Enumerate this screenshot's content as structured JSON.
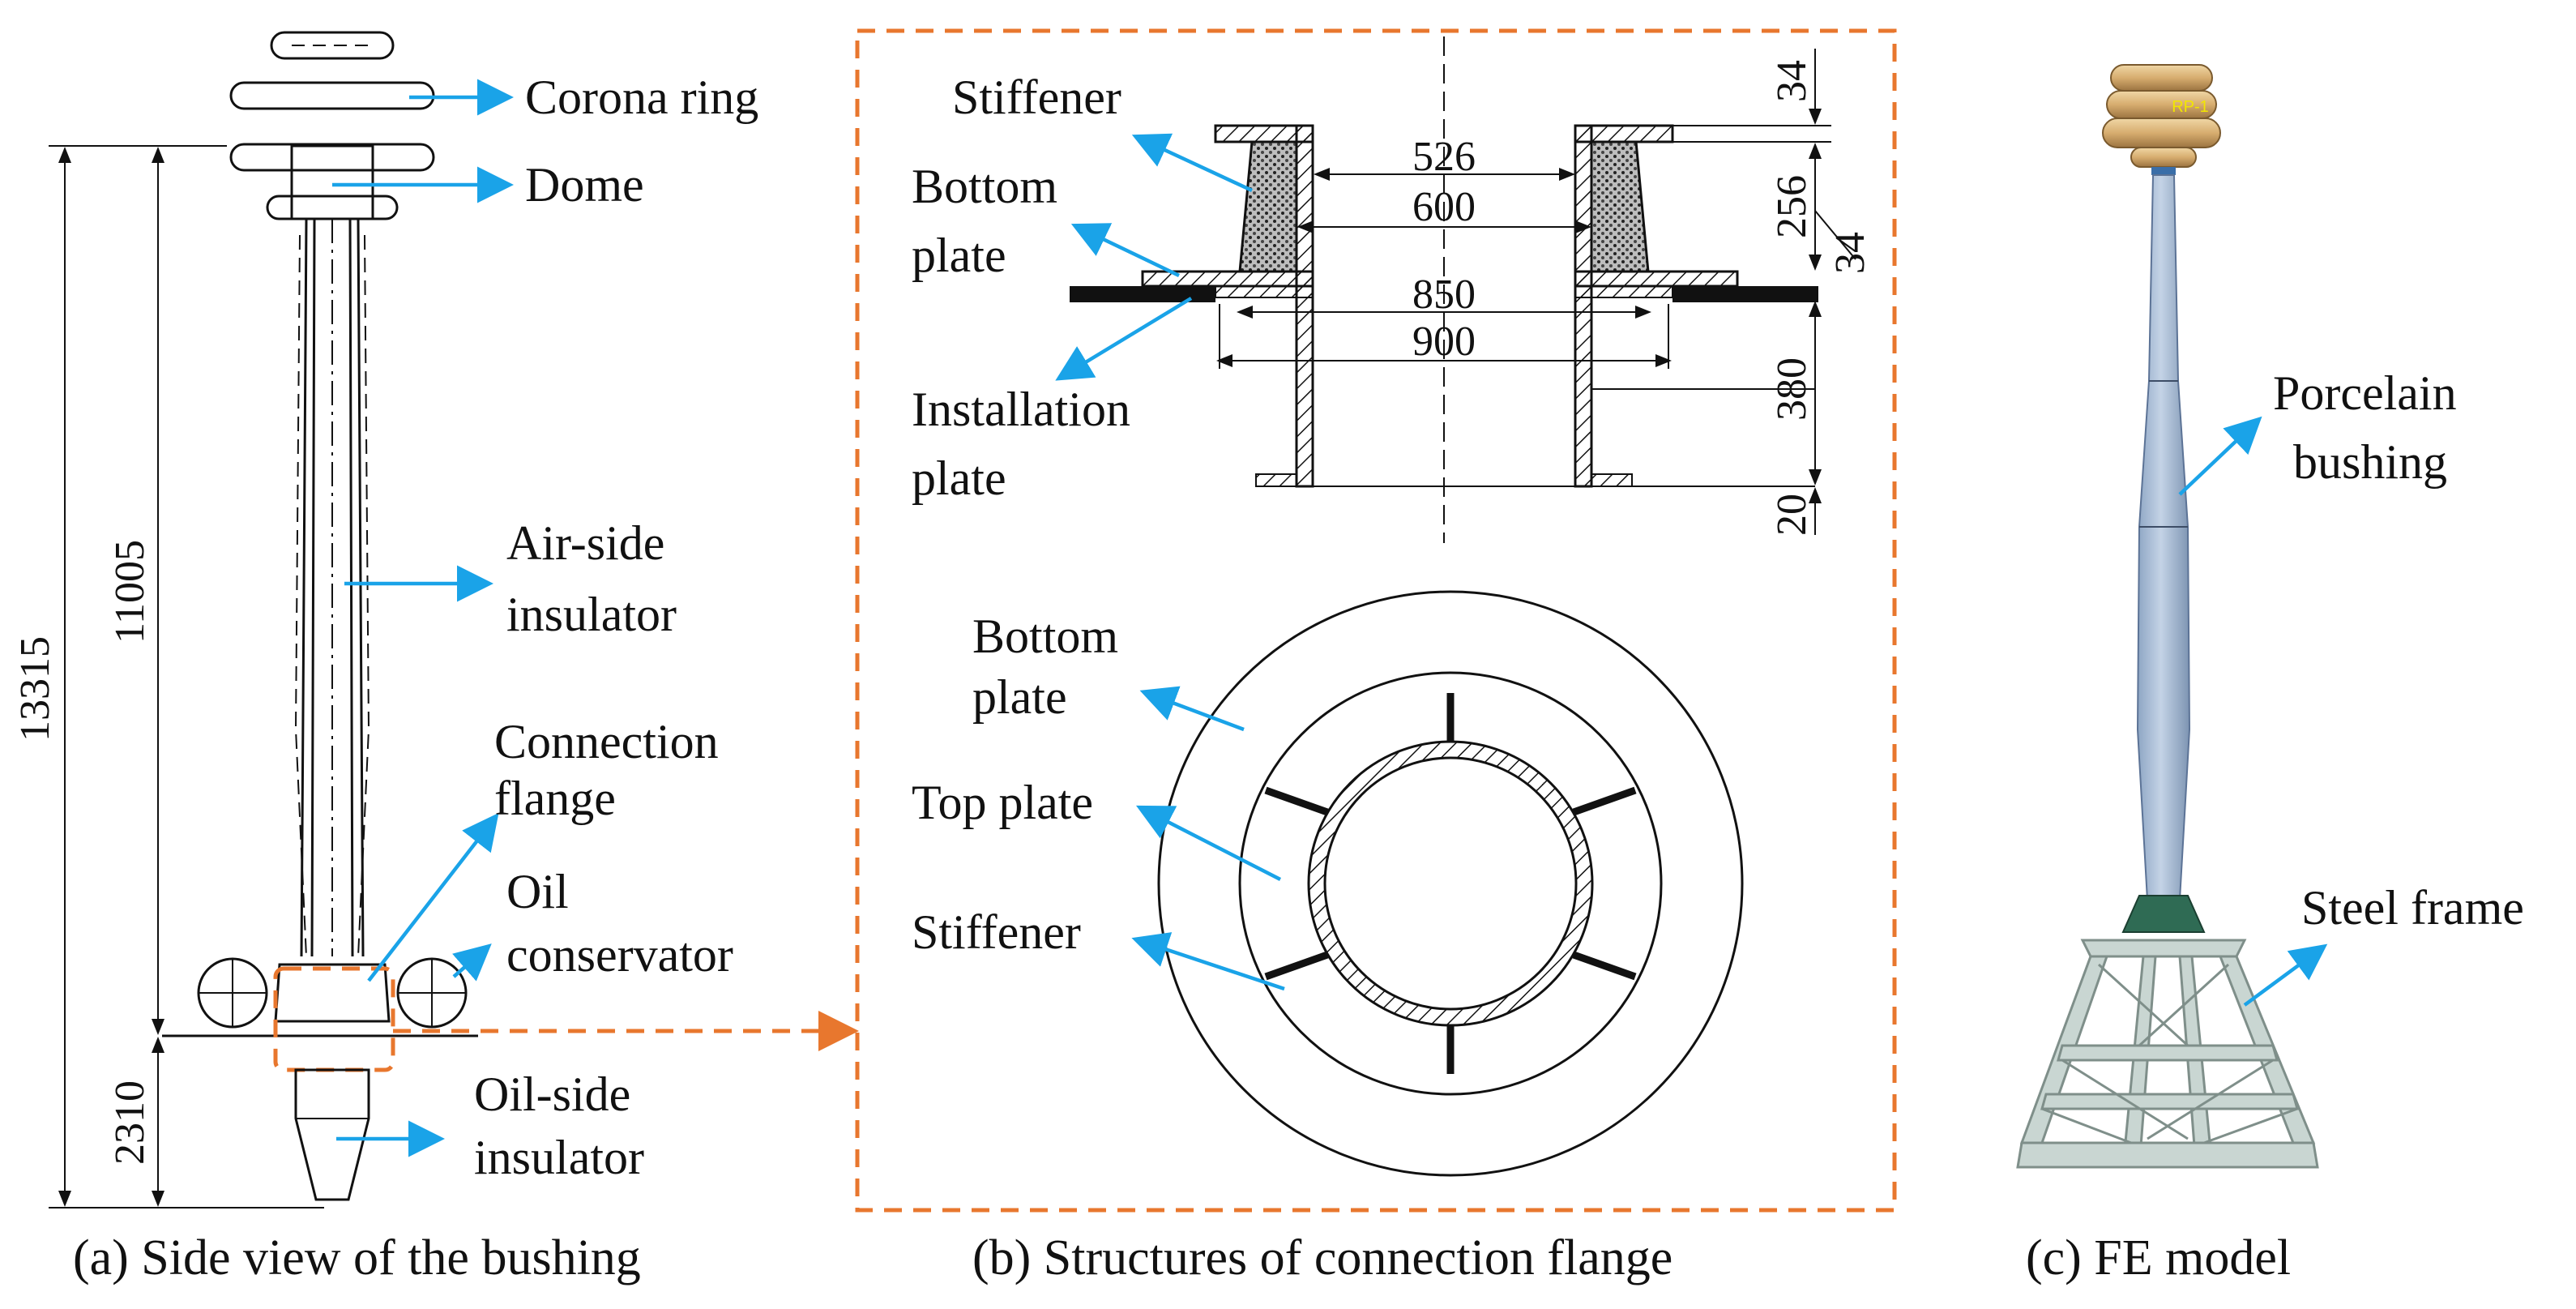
{
  "panel_a": {
    "labels": {
      "corona_ring": "Corona ring",
      "dome": "Dome",
      "air_side_1": "Air-side",
      "air_side_2": "insulator",
      "connection_1": "Connection",
      "connection_2": "flange",
      "oil_cons_1": "Oil",
      "oil_cons_2": "conservator",
      "oil_side_1": "Oil-side",
      "oil_side_2": "insulator"
    },
    "dims": {
      "total": "13315",
      "upper": "11005",
      "lower": "2310"
    },
    "caption": "(a) Side view of the bushing"
  },
  "panel_b": {
    "labels": {
      "stiffener_top": "Stiffener",
      "bottom_plate_1": "Bottom",
      "bottom_plate_2": "plate",
      "installation_1": "Installation",
      "installation_2": "plate",
      "bottom_plate_b1": "Bottom",
      "bottom_plate_b2": "plate",
      "top_plate": "Top plate",
      "stiffener_bottom": "Stiffener"
    },
    "dims": {
      "d526": "526",
      "d600": "600",
      "d850": "850",
      "d900": "900",
      "v34a": "34",
      "v256": "256",
      "v34b": "34",
      "v380": "380",
      "v20": "20"
    },
    "caption": "(b) Structures of connection flange"
  },
  "panel_c": {
    "labels": {
      "porcelain_1": "Porcelain",
      "porcelain_2": "bushing",
      "steel_frame": "Steel frame",
      "rp": "RP-1"
    },
    "caption": "(c) FE model"
  },
  "colors": {
    "leader": "#1aa3e8",
    "highlight_box": "#e8772e",
    "bushing": "#a9bdd6",
    "frame": "#c9d6d2",
    "corona": "#d8b27a"
  }
}
